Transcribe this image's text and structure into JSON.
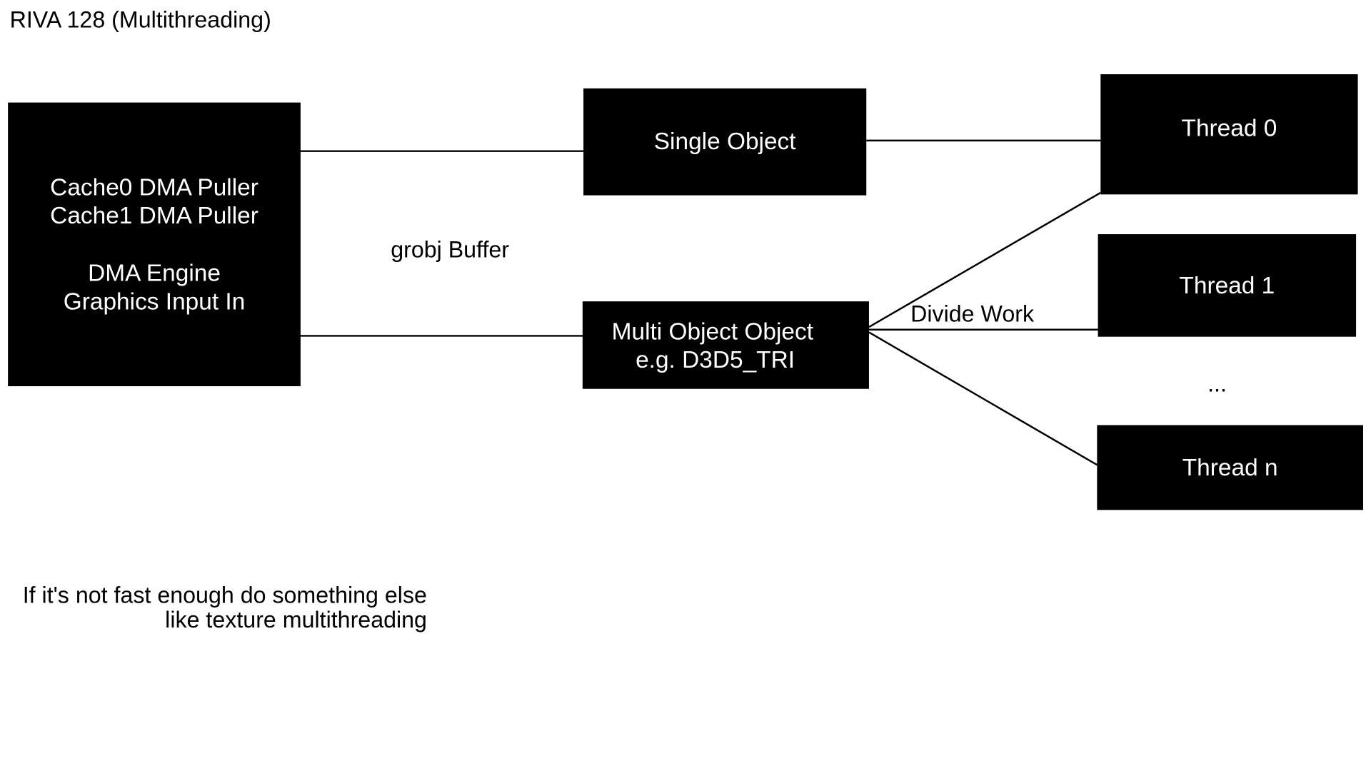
{
  "title": "RIVA 128 (Multithreading)",
  "dma_box": {
    "line1": "Cache0 DMA Puller",
    "line2": "Cache1 DMA Puller",
    "line3": "DMA Engine",
    "line4": "Graphics Input In"
  },
  "grobj_label": "grobj Buffer",
  "single_object": {
    "label": "Single Object"
  },
  "multi_object": {
    "line1": "Multi Object Object",
    "line2": "e.g. D3D5_TRI"
  },
  "divide_label": "Divide Work",
  "threads": [
    {
      "label": "Thread 0"
    },
    {
      "label": "Thread 1"
    },
    {
      "label": "Thread n"
    }
  ],
  "ellipsis": "...",
  "note": {
    "line1": "If it's not fast enough do something else",
    "line2": "like texture multithreading"
  },
  "colors": {
    "box_fill": "#000000",
    "box_text": "#ffffff",
    "background": "#ffffff"
  }
}
